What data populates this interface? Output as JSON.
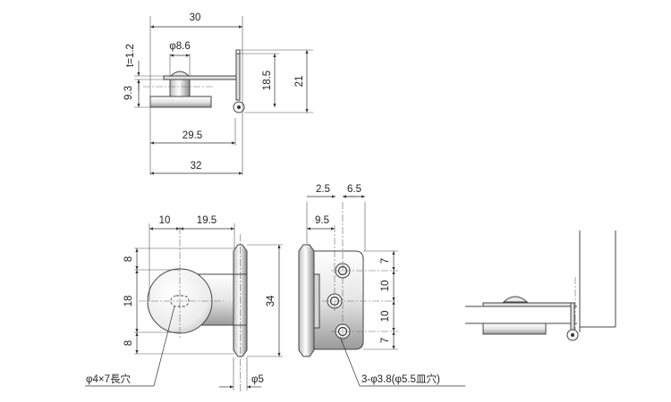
{
  "side_view": {
    "overall_width": "30",
    "dia_pin": "φ8.6",
    "thickness": "t=1.2",
    "height_small": "9.3",
    "height_mid": "18.5",
    "height_total": "21",
    "width_inner": "29.5",
    "width_total": "32"
  },
  "front_view": {
    "offset_left": "10",
    "offset_right": "19.5",
    "edge_top": "8",
    "middle": "18",
    "edge_bottom": "8",
    "total_height": "34",
    "slot_note": "φ4×7長穴",
    "knuckle_dia": "φ5"
  },
  "hinge_plate": {
    "dim_a": "2.5",
    "dim_b": "6.5",
    "dim_c": "9.5",
    "pitch_top": "7",
    "pitch_mid1": "10",
    "pitch_mid2": "10",
    "pitch_bottom": "7",
    "holes_note": "3-φ3.8(φ5.5皿穴)"
  },
  "colors": {
    "metal_light": "#f4f4f4",
    "metal_mid": "#d9d9d9",
    "metal_dark": "#9a9a9a",
    "line": "#333333"
  }
}
